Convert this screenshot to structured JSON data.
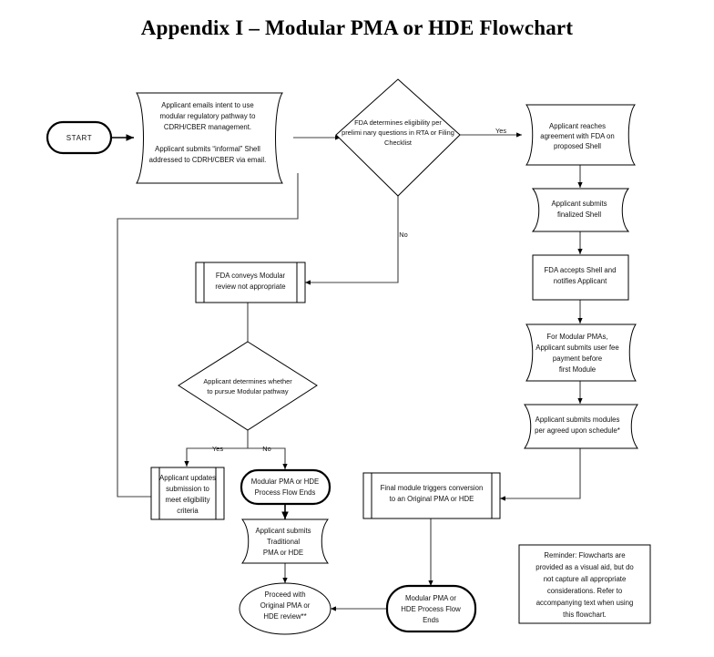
{
  "title": "Appendix I – Modular PMA or HDE Flowchart",
  "colors": {
    "background": "#ffffff",
    "shape_stroke": "#000000",
    "connector_stroke": "#404040",
    "text": "#111111"
  },
  "nodes": {
    "start": {
      "label": "START",
      "shape": "terminator"
    },
    "intent": {
      "shape": "tape",
      "lines": [
        "Applicant emails intent to use",
        "modular regulatory pathway to",
        "CDRH/CBER management.",
        "",
        "Applicant submits “informal” Shell",
        "addressed to CDRH/CBER via email."
      ]
    },
    "eligibility_decision": {
      "shape": "diamond",
      "lines": [
        "FDA determines eligibility per",
        "prelimi nary questions in RTA or Filing",
        "Checklist"
      ]
    },
    "agreement": {
      "shape": "tape",
      "lines": [
        "Applicant reaches",
        "agreement with FDA on",
        "proposed Shell"
      ]
    },
    "finalized_shell": {
      "shape": "tape",
      "lines": [
        "Applicant submits",
        "finalized Shell"
      ]
    },
    "fda_accepts": {
      "shape": "rectangle",
      "lines": [
        "FDA accepts Shell and",
        "notifies Applicant"
      ]
    },
    "user_fee": {
      "shape": "tape",
      "lines": [
        "For Modular PMAs,",
        "Applicant submits user fee",
        "payment before",
        "first Module"
      ]
    },
    "submits_modules": {
      "shape": "tape",
      "lines": [
        "Applicant submits modules",
        "per agreed upon schedule*"
      ]
    },
    "not_appropriate": {
      "shape": "predefined-process",
      "lines": [
        "FDA conveys Modular",
        "review not appropriate"
      ]
    },
    "pursue_decision": {
      "shape": "diamond",
      "lines": [
        "Applicant determines whether",
        "to pursue Modular pathway"
      ]
    },
    "updates_submission": {
      "shape": "predefined-process",
      "lines": [
        "Applicant updates",
        "submission to",
        "meet eligibility",
        "criteria"
      ]
    },
    "flow_ends_left": {
      "shape": "terminator",
      "lines": [
        "Modular PMA or HDE",
        "Process Flow Ends"
      ]
    },
    "traditional": {
      "shape": "tape",
      "lines": [
        "Applicant submits",
        "Traditional",
        "PMA or HDE"
      ]
    },
    "proceed_original": {
      "shape": "oval",
      "lines": [
        "Proceed with",
        "Original PMA or",
        "HDE review**"
      ]
    },
    "final_module": {
      "shape": "predefined-process",
      "lines": [
        "Final module triggers conversion",
        "to an Original PMA or HDE"
      ]
    },
    "flow_ends_right": {
      "shape": "terminator",
      "lines": [
        "Modular PMA or",
        "HDE Process Flow",
        "Ends"
      ]
    },
    "reminder": {
      "shape": "rectangle",
      "lines": [
        "Reminder:  Flowcharts are",
        "provided as a visual aid, but do",
        "not capture all appropriate",
        "considerations. Refer to",
        "accompanying text when  using",
        "this flowchart."
      ]
    }
  },
  "edge_labels": {
    "yes_eligibility": "Yes",
    "no_eligibility": "No",
    "yes_pursue": "Yes",
    "no_pursue": "No"
  }
}
